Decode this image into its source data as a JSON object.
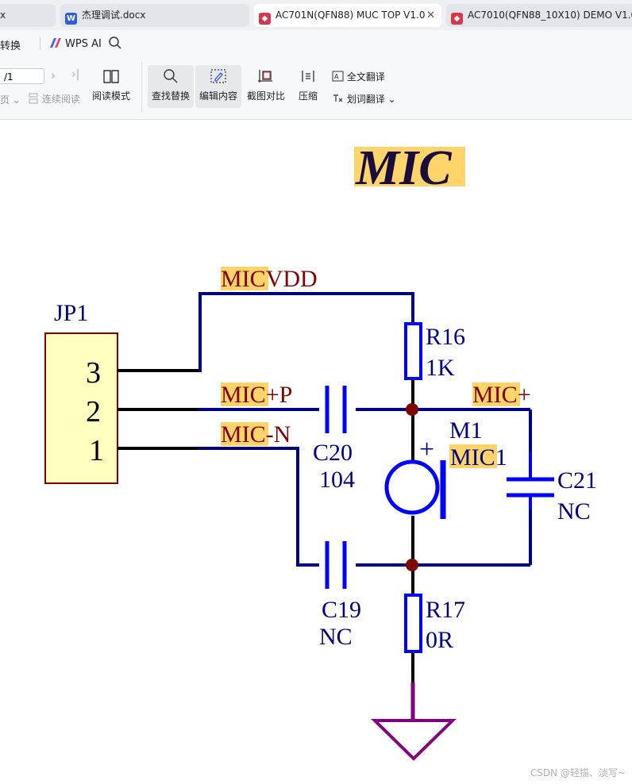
{
  "tabs": [
    {
      "label": "x"
    },
    {
      "label": "杰理调试.docx",
      "icon": "word-icon"
    },
    {
      "label": "AC701N(QFN88) MUC TOP V1.0",
      "icon": "pdf-icon",
      "active": true
    },
    {
      "label": "AC7010(QFN88_10X10) DEMO V1.0",
      "icon": "pdf-icon"
    }
  ],
  "menubar": {
    "convert": "转换",
    "wps_ai": "WPS AI"
  },
  "toolbar": {
    "page_value": "/1",
    "page_label": "页",
    "continuous": "连续阅读",
    "read_mode": "阅读模式",
    "find_replace": "查找替换",
    "edit_content": "编辑内容",
    "screenshot_compare": "截图对比",
    "compress": "压缩",
    "full_translate": "全文翻译",
    "word_translate": "划词翻译"
  },
  "schematic": {
    "title": "MIC",
    "jp1_name": "JP1",
    "pins": [
      "3",
      "2",
      "1"
    ],
    "net_micvdd_hl": "MIC",
    "net_micvdd_rest": "VDD",
    "net_micp_hl": "MIC",
    "net_micp_rest": "+P",
    "net_micn_hl": "MIC",
    "net_micn_rest": "-N",
    "net_micplus_hl": "MIC",
    "net_micplus_rest": "+",
    "r16": "R16",
    "r16_val": "1K",
    "c20": "C20",
    "c20_val": "104",
    "m1": "M1",
    "m1_val_hl": "MIC",
    "m1_val_rest": "1",
    "m1_plus": "+",
    "c21": "C21",
    "c21_val": "NC",
    "c19": "C19",
    "c19_val": "NC",
    "r17": "R17",
    "r17_val": "0R"
  },
  "colors": {
    "wire": "#00007f",
    "component": "#0000ff",
    "net": "#800000",
    "highlight": "#ffd56b",
    "junction": "#800000",
    "ground": "#800080"
  },
  "watermark": "CSDN @轻描、淡写~"
}
